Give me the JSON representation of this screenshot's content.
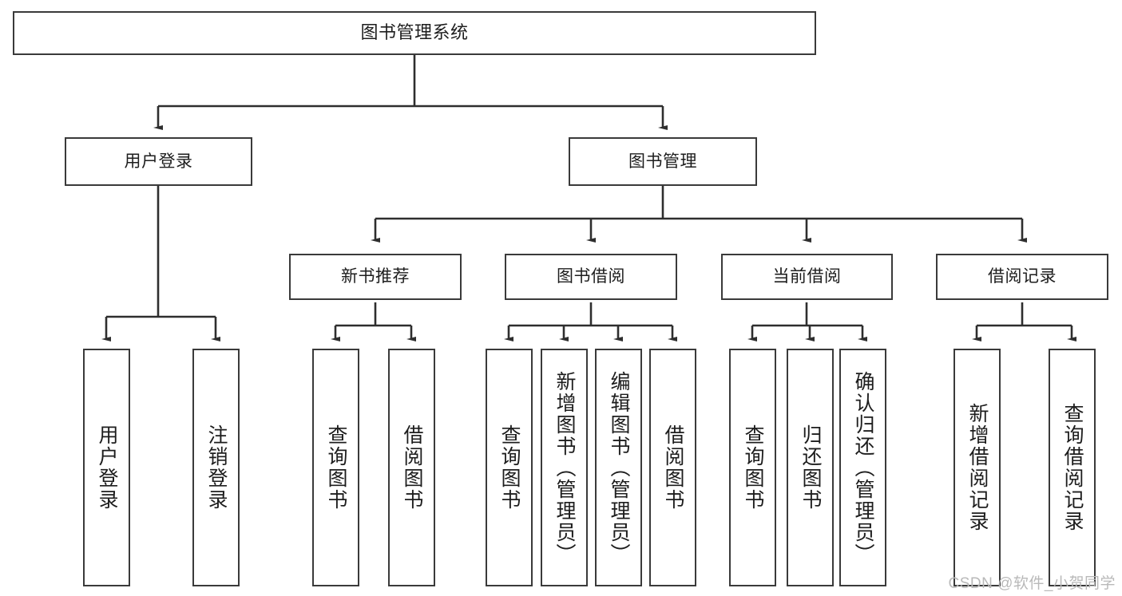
{
  "diagram": {
    "title": "图书管理系统",
    "watermark": "CSDN @软件_小贺同学",
    "colors": {
      "box_border": "#3a3a3a",
      "box_fill": "#ffffff",
      "edge": "#2e2e2e",
      "text": "#1d1d1d",
      "watermark": "#b9b9b9"
    },
    "levels": {
      "root": {
        "label": "图书管理系统"
      },
      "level2": [
        {
          "id": "user-login",
          "label": "用户登录"
        },
        {
          "id": "book-manage",
          "label": "图书管理"
        }
      ],
      "level3": [
        {
          "id": "new-book-recommend",
          "label": "新书推荐"
        },
        {
          "id": "book-borrow",
          "label": "图书借阅"
        },
        {
          "id": "current-borrow",
          "label": "当前借阅"
        },
        {
          "id": "borrow-record",
          "label": "借阅记录"
        }
      ],
      "leaves": {
        "user_login": [
          {
            "id": "leaf-user-login",
            "label": "用户登录"
          },
          {
            "id": "leaf-user-logout",
            "label": "注销登录"
          }
        ],
        "new_book_recommend": [
          {
            "id": "leaf-query-book-1",
            "label": "查询图书"
          },
          {
            "id": "leaf-borrow-book-1",
            "label": "借阅图书"
          }
        ],
        "book_borrow": [
          {
            "id": "leaf-query-book-2",
            "label": "查询图书"
          },
          {
            "id": "leaf-add-book",
            "label": "新增图书（管理员）"
          },
          {
            "id": "leaf-edit-book",
            "label": "编辑图书（管理员）"
          },
          {
            "id": "leaf-borrow-book-2",
            "label": "借阅图书"
          }
        ],
        "current_borrow": [
          {
            "id": "leaf-query-book-3",
            "label": "查询图书"
          },
          {
            "id": "leaf-return-book",
            "label": "归还图书"
          },
          {
            "id": "leaf-confirm-return",
            "label": "确认归还（管理员）"
          }
        ],
        "borrow_record": [
          {
            "id": "leaf-add-record",
            "label": "新增借阅记录"
          },
          {
            "id": "leaf-query-record",
            "label": "查询借阅记录"
          }
        ]
      }
    }
  }
}
